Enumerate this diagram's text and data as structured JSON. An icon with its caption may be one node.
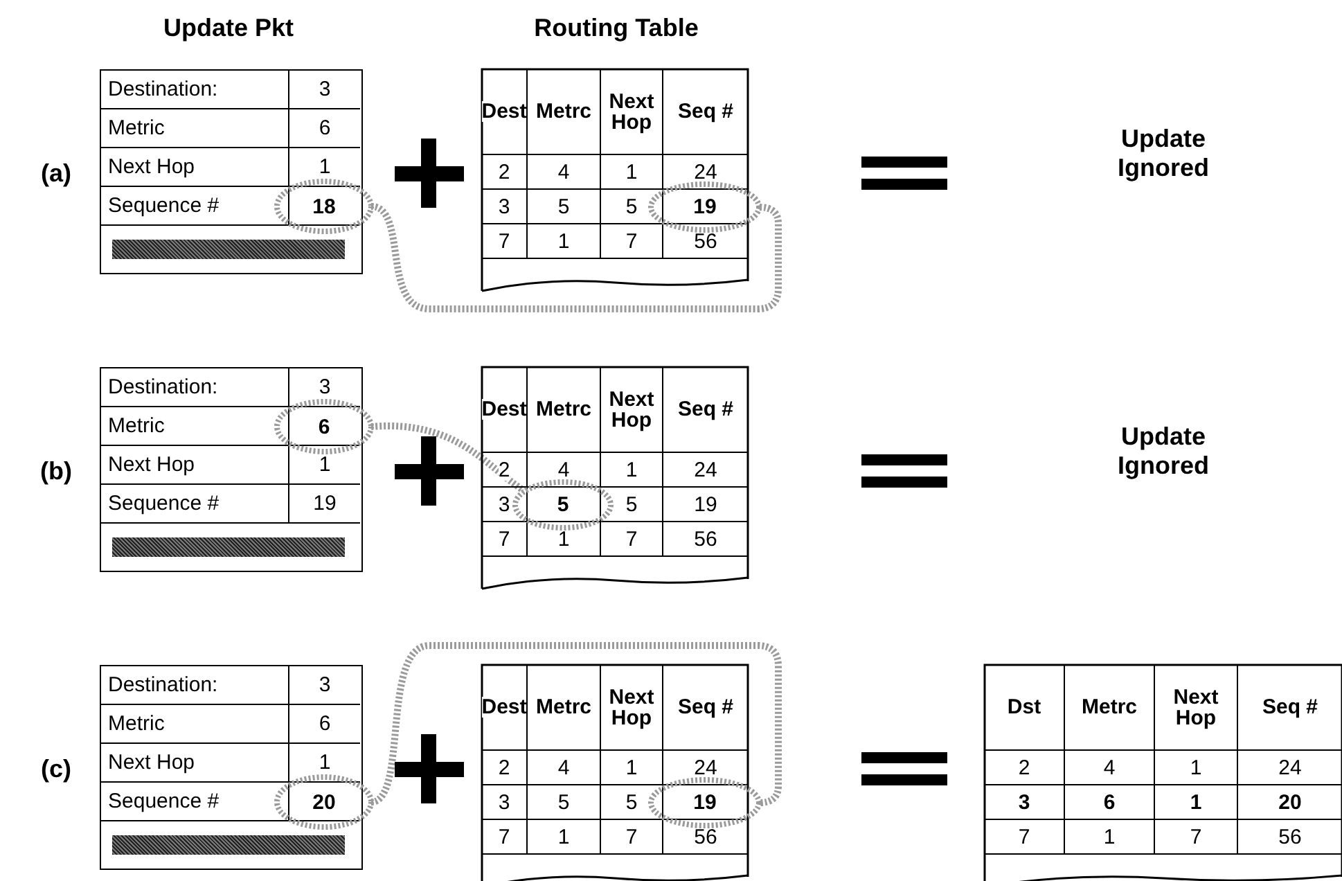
{
  "diagram": {
    "nodes": [
      {
        "text": [
          "Destination:",
          "3",
          "Metric",
          "6",
          "Next Hop",
          "1",
          "Sequence #"
        ]
      },
      {
        "text": [
          "18"
        ],
        "in": 0
      },
      {
        "text": [
          "Dest",
          "Metrc",
          "Next Hop",
          "Seq #",
          "2",
          "4",
          "1",
          "24",
          "3",
          "5",
          "5",
          "7",
          "1",
          "7",
          "56"
        ]
      },
      {
        "text": [
          "19"
        ],
        "in": 2
      },
      {
        "text": [
          "Destination:",
          "3",
          "Metric",
          "Next Hop",
          "1",
          "Sequence #",
          "19"
        ]
      },
      {
        "text": [
          "6"
        ],
        "in": 4
      },
      {
        "text": [
          "Dest",
          "Metrc",
          "Next Hop",
          "Seq #",
          "2",
          "4",
          "1",
          "24",
          "3",
          "5",
          "19",
          "7",
          "1",
          "7",
          "56"
        ]
      },
      {
        "text": [
          "5"
        ],
        "in": 6
      },
      {
        "text": [
          "Destination:",
          "3",
          "Metric",
          "6",
          "Next Hop",
          "1",
          "Sequence #"
        ]
      },
      {
        "text": [
          "20"
        ],
        "in": 8
      },
      {
        "text": [
          "Dest",
          "Metrc",
          "Next Hop",
          "Seq #",
          "2",
          "4",
          "1",
          "24",
          "3",
          "5",
          "5",
          "7",
          "1",
          "7",
          "56"
        ]
      },
      {
        "text": [
          "19"
        ],
        "in": 10
      },
      {
        "text": [
          "Dst",
          "Metrc",
          "Next Hop",
          "Seq #",
          "2",
          "4",
          "1",
          "24",
          "3",
          "6",
          "1",
          "20",
          "7",
          "1",
          "7",
          "56"
        ]
      },
      {
        "text": [],
        "shape": "bar",
        "in": 0
      },
      {
        "text": [],
        "shape": "bar",
        "in": 4
      },
      {
        "text": [],
        "shape": "bar",
        "in": 8
      }
    ],
    "edges": [
      {
        "from": 1,
        "to": 3,
        "arrow": "none"
      },
      {
        "from": 5,
        "to": 7,
        "arrow": "none"
      },
      {
        "from": 9,
        "to": 11,
        "arrow": "none"
      }
    ],
    "labels": [
      "Update Pkt",
      "Routing Table",
      "(a)",
      "Update Ignored",
      "(b)",
      "Update Ignored",
      "(c)"
    ]
  }
}
